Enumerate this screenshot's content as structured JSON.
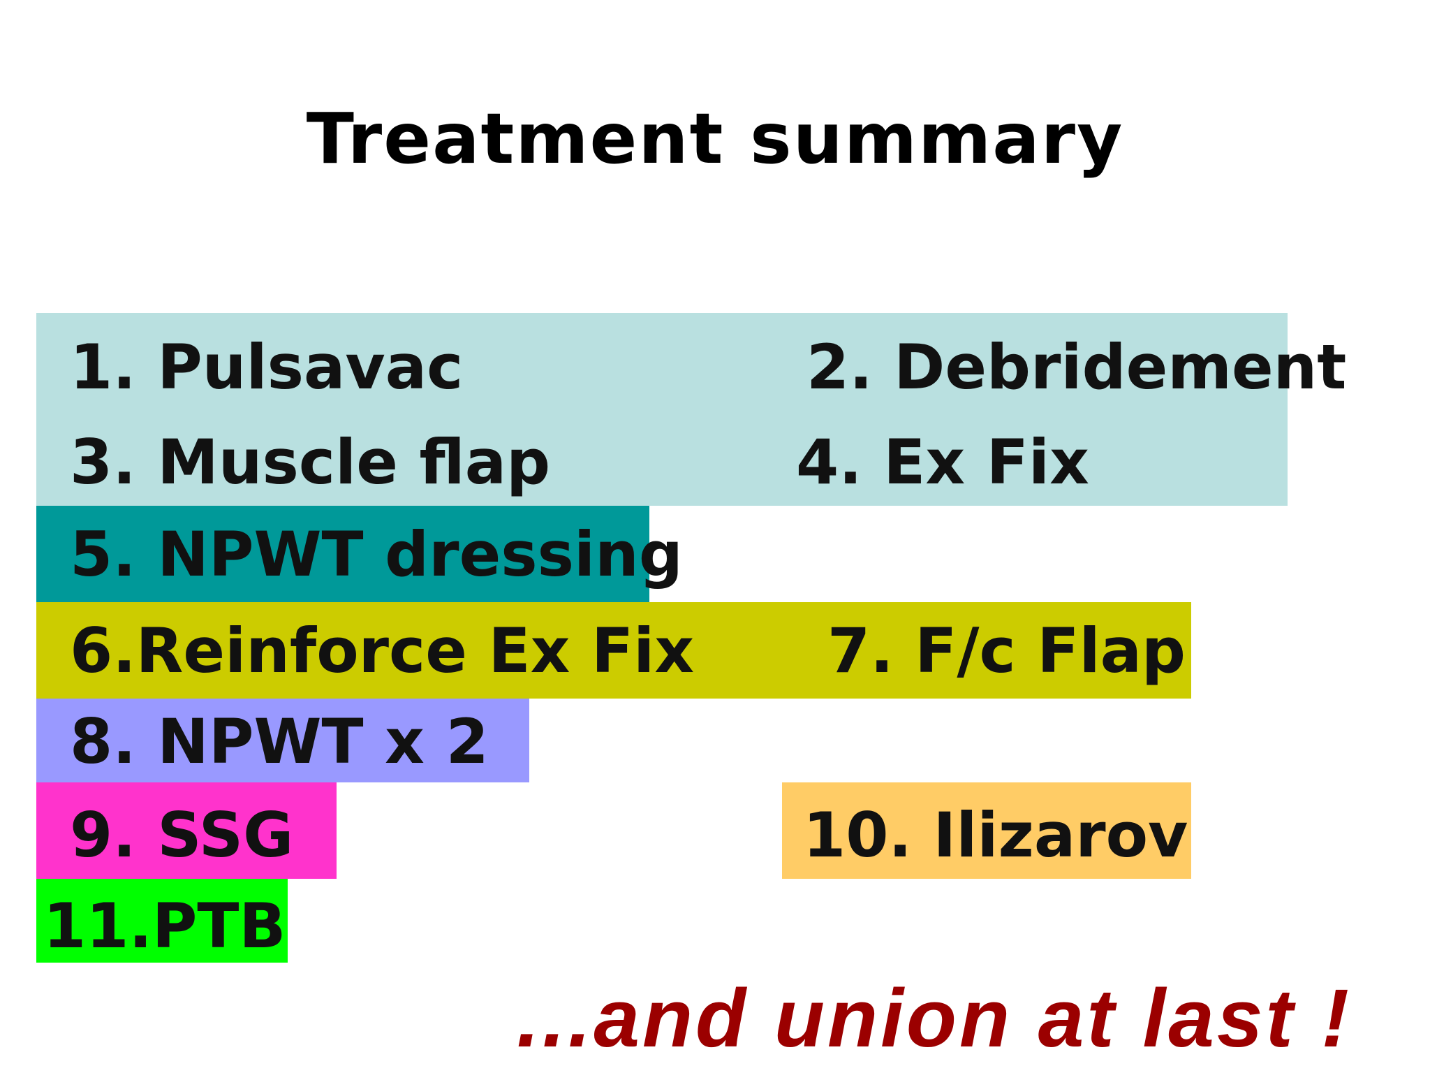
{
  "title": "Treatment summary",
  "colors": {
    "light_blue": "#b9e0e0",
    "teal": "#009999",
    "olive": "#cccc00",
    "lavender": "#9999ff",
    "magenta": "#ff33cc",
    "orange": "#ffcc66",
    "green": "#00ff00",
    "closing_text": "#9b0000"
  },
  "items": [
    {
      "label": "1. Pulsavac"
    },
    {
      "label": "2. Debridement"
    },
    {
      "label": "3. Muscle flap"
    },
    {
      "label": "4.   Ex Fix"
    },
    {
      "label": "5. NPWT dressing"
    },
    {
      "label": "6.Reinforce Ex Fix"
    },
    {
      "label": "7. F/c Flap"
    },
    {
      "label": "8. NPWT x 2"
    },
    {
      "label": "9. SSG"
    },
    {
      "label": "10. Ilizarov"
    },
    {
      "label": "11.PTB"
    }
  ],
  "closing": "...and union at last !"
}
